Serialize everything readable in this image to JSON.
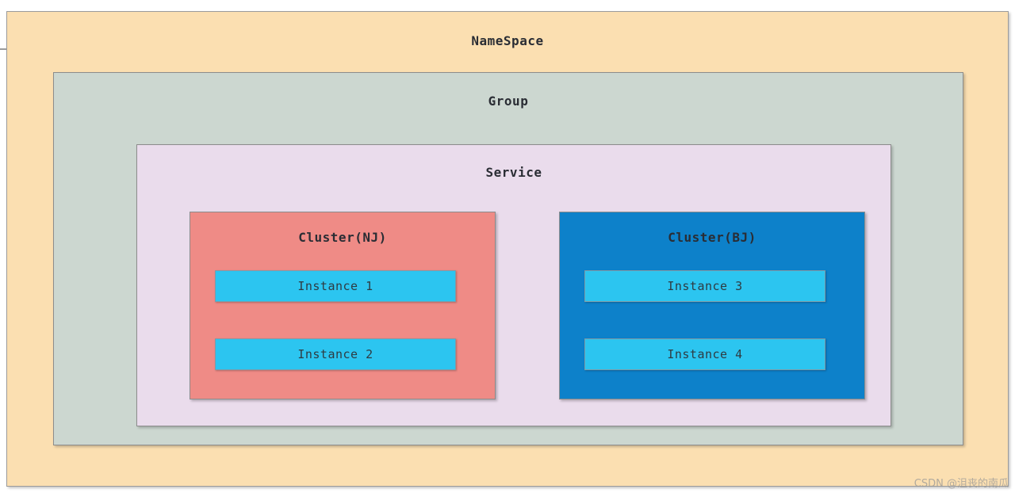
{
  "diagram": {
    "type": "nested-containment",
    "namespace": {
      "title": "NameSpace",
      "color": "#fbdfb1",
      "group": {
        "title": "Group",
        "color": "#ccd7d0",
        "service": {
          "title": "Service",
          "color": "#eadcec",
          "clusters": [
            {
              "title": "Cluster(NJ)",
              "color": "#ef8b86",
              "instances": [
                {
                  "label": "Instance 1",
                  "color": "#2cc5f0"
                },
                {
                  "label": "Instance 2",
                  "color": "#2cc5f0"
                }
              ]
            },
            {
              "title": "Cluster(BJ)",
              "color": "#0d81ca",
              "instances": [
                {
                  "label": "Instance 3",
                  "color": "#2cc5f0"
                },
                {
                  "label": "Instance 4",
                  "color": "#2cc5f0"
                }
              ]
            }
          ]
        }
      }
    }
  },
  "watermark": {
    "text": "CSDN @沮丧的南瓜"
  }
}
